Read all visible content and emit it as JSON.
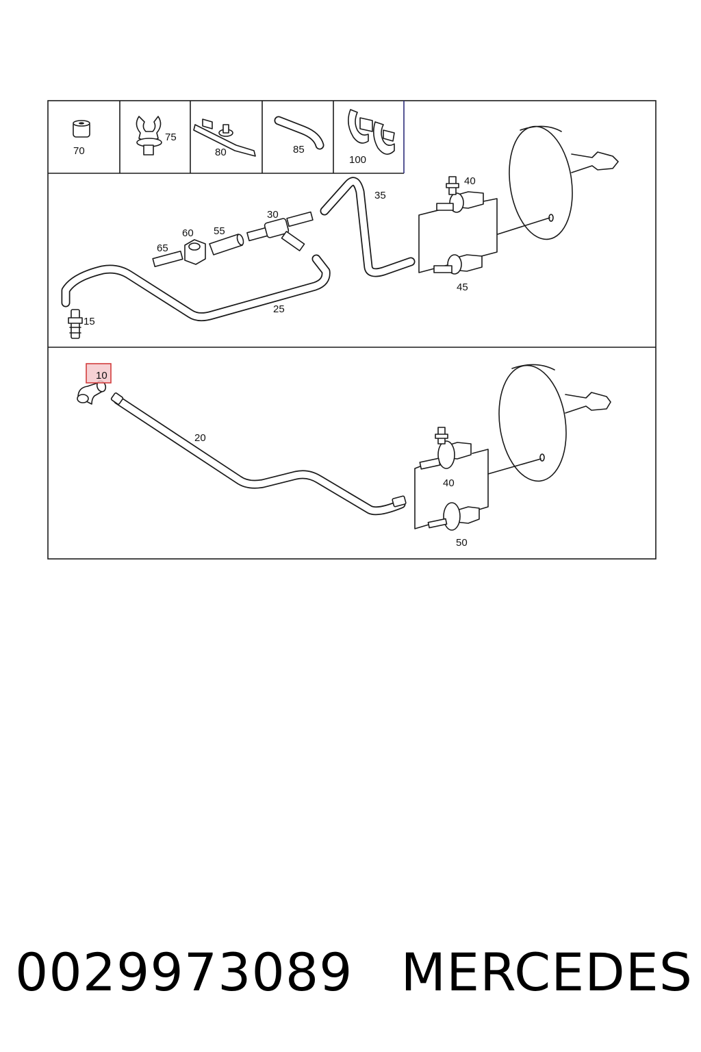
{
  "diagram": {
    "legend_parts": [
      "70",
      "75",
      "80",
      "85",
      "100"
    ],
    "upper_panel_callouts": [
      "40",
      "35",
      "30",
      "60",
      "55",
      "65",
      "45",
      "25",
      "15"
    ],
    "lower_panel_callouts": [
      "10",
      "20",
      "40",
      "50"
    ],
    "highlighted_callout": "10",
    "highlight_color": "#d23c3c",
    "highlight_fill": "#f4c9cc",
    "line_color": "#1a1a1a"
  },
  "caption": {
    "part_number": "0029973089",
    "brand": "MERCEDES"
  }
}
